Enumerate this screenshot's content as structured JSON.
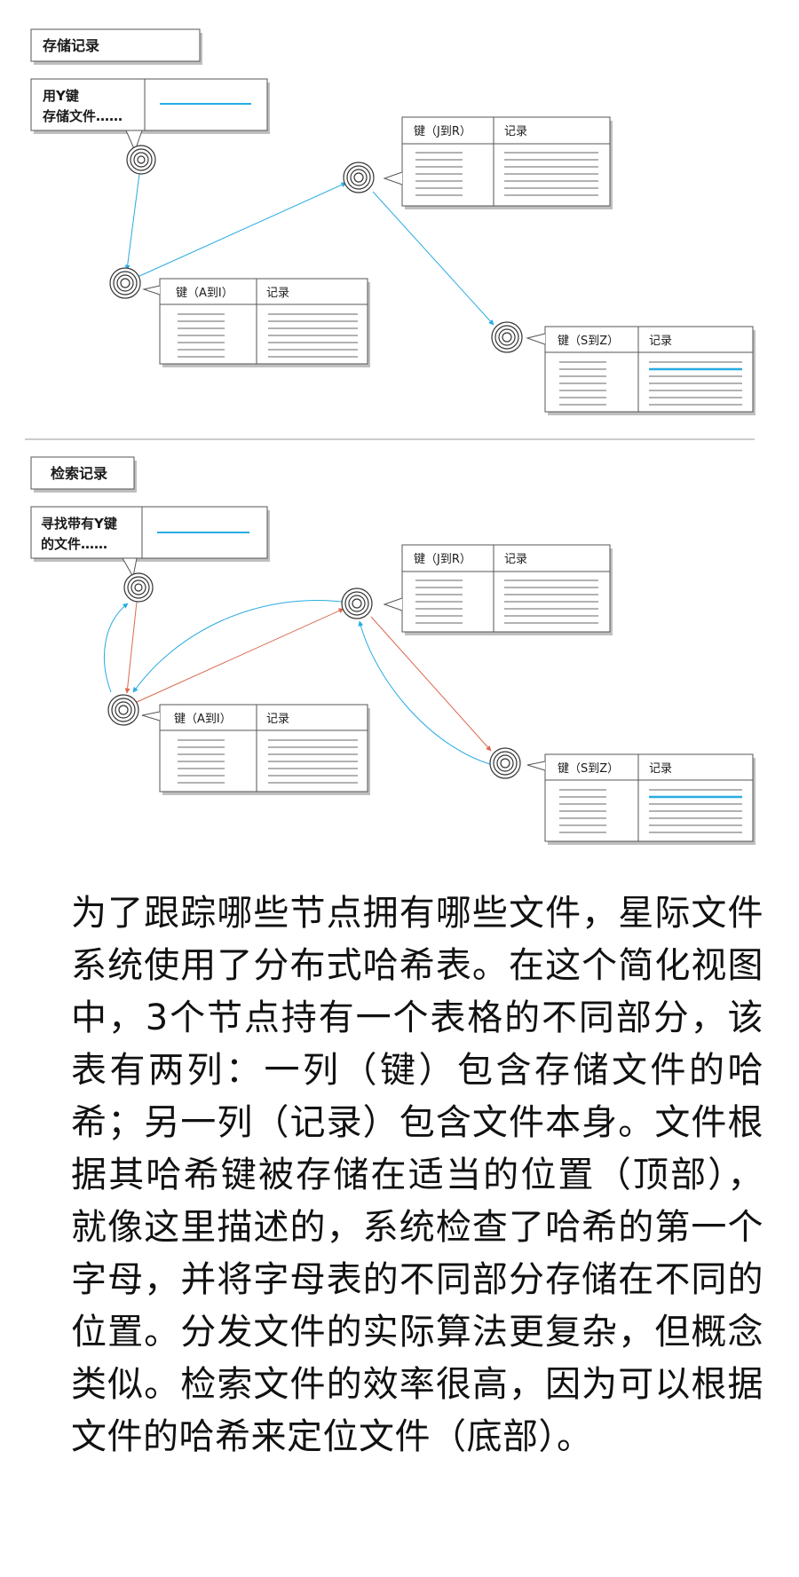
{
  "store": {
    "title": "存储记录",
    "request_line1": "用Y键",
    "request_line2": "存储文件……"
  },
  "retrieve": {
    "title": "检索记录",
    "request_line1": "寻找带有Y键",
    "request_line2": "的文件……"
  },
  "nodes": {
    "a_i": {
      "key_header": "键（A到I）",
      "record_header": "记录"
    },
    "j_r": {
      "key_header": "键（J到R）",
      "record_header": "记录"
    },
    "s_z": {
      "key_header": "键（S到Z）",
      "record_header": "记录"
    }
  },
  "colors": {
    "accent_blue": "#29abe2",
    "route_red": "#d9694f",
    "line_gray": "#555555"
  },
  "caption": "为了跟踪哪些节点拥有哪些文件，星际文件系统使用了分布式哈希表。在这个简化视图中，3个节点持有一个表格的不同部分，该表有两列：一列（键）包含存储文件的哈希；另一列（记录）包含文件本身。文件根据其哈希键被存储在适当的位置（顶部），就像这里描述的，系统检查了哈希的第一个字母，并将字母表的不同部分存储在不同的位置。分发文件的实际算法更复杂，但概念类似。检索文件的效率很高，因为可以根据文件的哈希来定位文件（底部）。"
}
